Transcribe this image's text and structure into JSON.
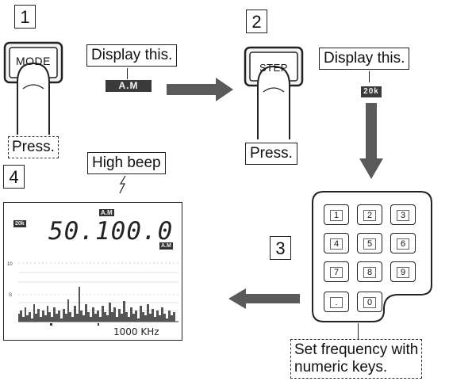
{
  "steps": {
    "s1": "1",
    "s2": "2",
    "s3": "3",
    "s4": "4"
  },
  "step1": {
    "button_label": "MODE",
    "display_this": "Display this.",
    "display_tag": "A.M",
    "press": "Press."
  },
  "step2": {
    "button_label": "STEP",
    "display_this": "Display this.",
    "display_tag": "20k",
    "press": "Press."
  },
  "step3": {
    "keys": [
      "1",
      "2",
      "3",
      "4",
      "5",
      "6",
      "7",
      "8",
      "9",
      ".",
      "0"
    ],
    "caption": [
      "Set frequency with",
      "numeric keys."
    ]
  },
  "step4": {
    "high_beep": "High beep",
    "frequency": "50.100.0",
    "span": "1000 KHz",
    "tag_mode": "A.M",
    "tag_left": "20k",
    "tag_right": "A.M",
    "scale_top": "10",
    "scale_mid": "S"
  },
  "colors": {
    "arrow": "#5a5a5a",
    "tag": "#3a3a3a",
    "ink": "#222222"
  }
}
